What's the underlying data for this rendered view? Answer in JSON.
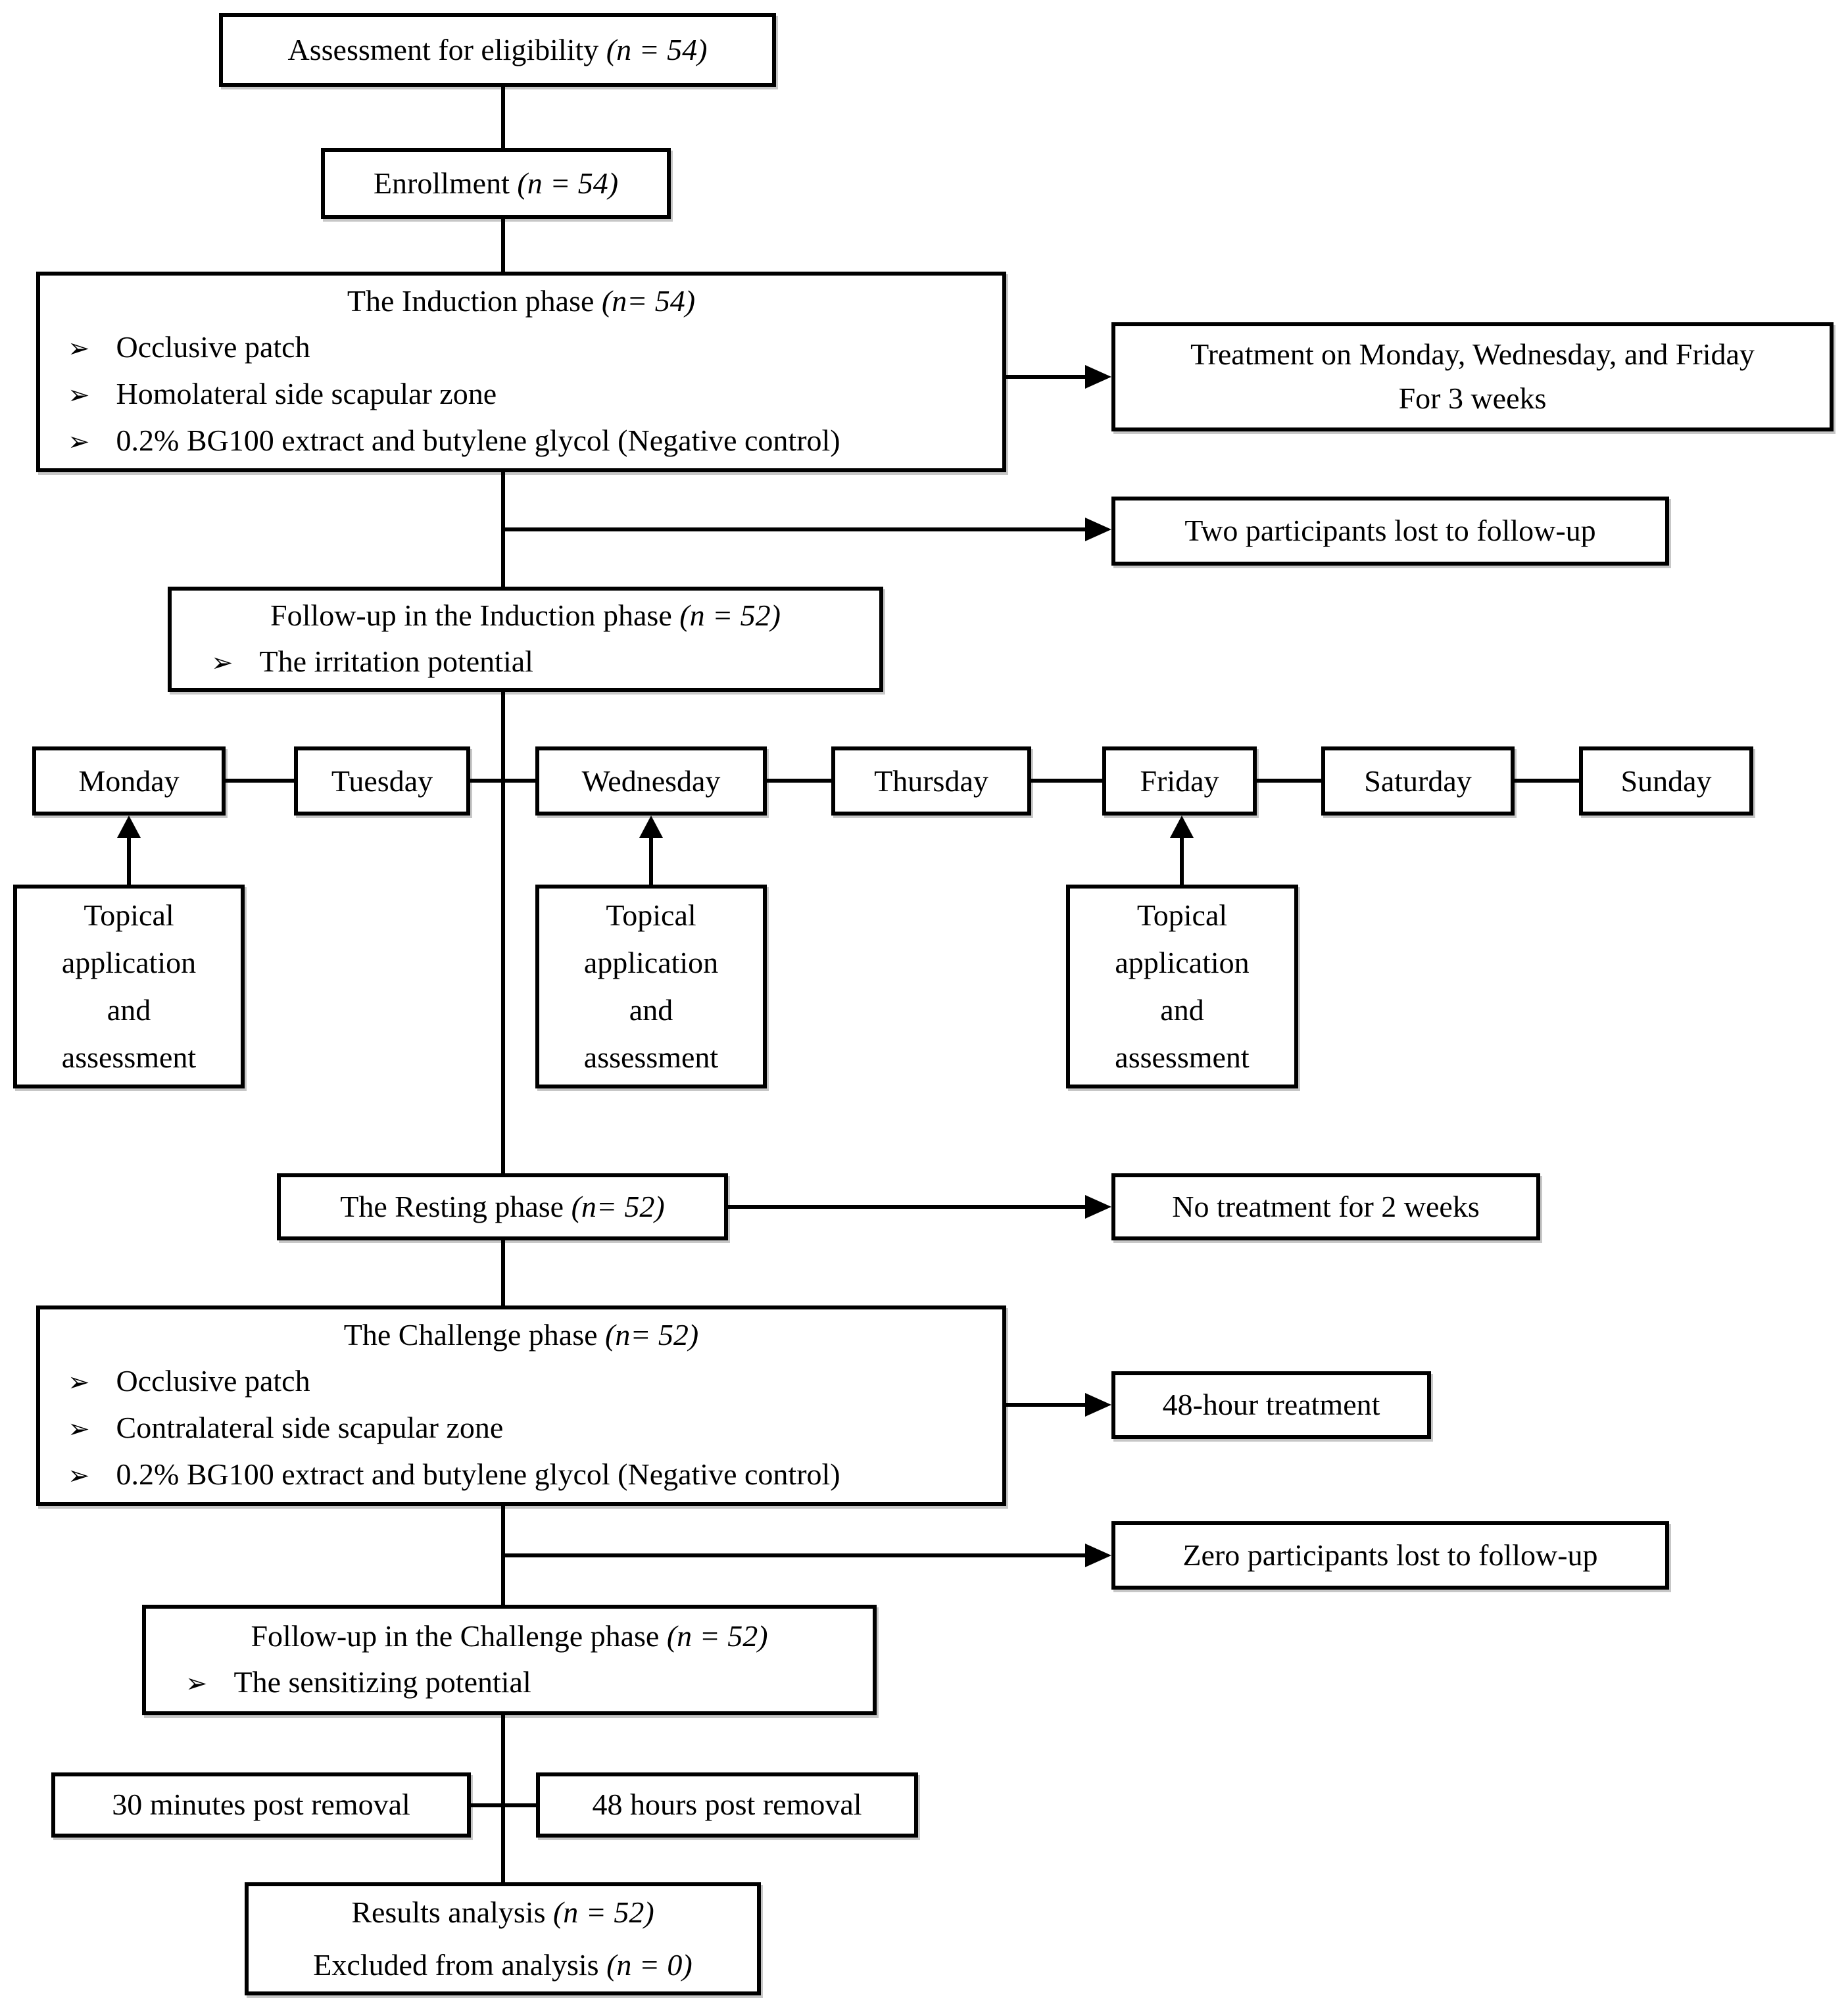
{
  "bullet_glyph": "➢",
  "assessment": {
    "text": "Assessment for eligibility",
    "n": "(n = 54)"
  },
  "enrollment": {
    "text": "Enrollment",
    "n": "(n = 54)"
  },
  "induction": {
    "title": "The Induction phase",
    "n": "(n= 54)",
    "bullets": [
      "Occlusive patch",
      "Homolateral side scapular zone",
      "0.2% BG100 extract and butylene glycol (Negative control)"
    ]
  },
  "treatment_schedule": {
    "line1": "Treatment on Monday, Wednesday, and Friday",
    "line2": "For 3 weeks"
  },
  "lost_induction": {
    "text": "Two participants lost to follow-up"
  },
  "followup_induction": {
    "title": "Follow-up in the Induction phase",
    "n": "(n = 52)",
    "bullet": "The irritation potential"
  },
  "days": [
    "Monday",
    "Tuesday",
    "Wednesday",
    "Thursday",
    "Friday",
    "Saturday",
    "Sunday"
  ],
  "topical": {
    "lines": [
      "Topical",
      "application",
      "and",
      "assessment"
    ]
  },
  "resting": {
    "title": "The Resting phase",
    "n": "(n= 52)"
  },
  "no_treatment": {
    "text": "No treatment for 2 weeks"
  },
  "challenge": {
    "title": "The Challenge phase",
    "n": "(n= 52)",
    "bullets": [
      "Occlusive patch",
      "Contralateral side scapular zone",
      "0.2% BG100 extract and butylene glycol (Negative control)"
    ]
  },
  "treatment_48h": {
    "text": "48-hour treatment"
  },
  "lost_challenge": {
    "text": "Zero participants lost to follow-up"
  },
  "followup_challenge": {
    "title": "Follow-up in the Challenge phase",
    "n": "(n = 52)",
    "bullet": "The sensitizing potential"
  },
  "post_30min": {
    "text": "30 minutes post removal"
  },
  "post_48h": {
    "text": "48 hours post removal"
  },
  "results": {
    "line1": "Results analysis",
    "n1": "(n = 52)",
    "line2": "Excluded from analysis",
    "n2": "(n = 0)"
  }
}
